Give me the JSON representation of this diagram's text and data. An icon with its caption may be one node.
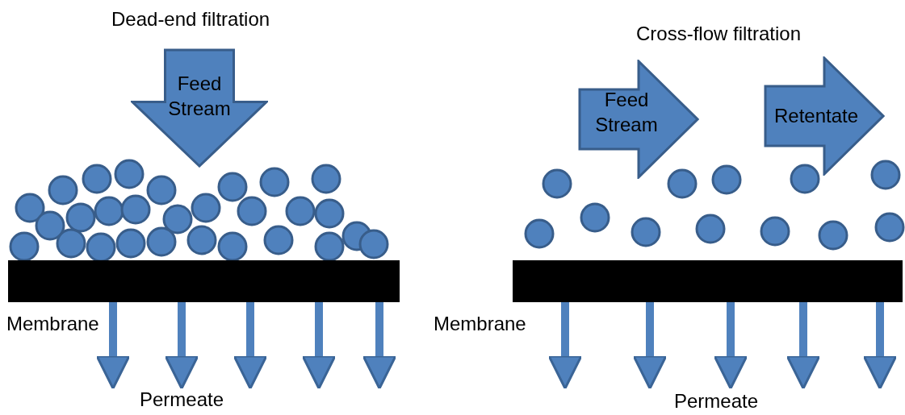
{
  "diagram": {
    "nodes": [
      {
        "text": [
          "Feed Stream"
        ]
      },
      {
        "text": [],
        "shape": "bar",
        "beside": [
          "Membrane"
        ]
      },
      {
        "text": [
          "Feed Stream"
        ]
      },
      {
        "text": [
          "Retentate"
        ]
      },
      {
        "text": [],
        "shape": "bar",
        "beside": [
          "Membrane"
        ]
      }
    ],
    "edges": [
      {
        "from": 1,
        "to": null,
        "arrow": "to"
      },
      {
        "from": 1,
        "to": null,
        "arrow": "to"
      },
      {
        "from": 1,
        "to": null,
        "arrow": "to"
      },
      {
        "from": 1,
        "to": null,
        "arrow": "to"
      },
      {
        "from": 1,
        "to": null,
        "arrow": "to"
      },
      {
        "from": 4,
        "to": null,
        "arrow": "to"
      },
      {
        "from": 4,
        "to": null,
        "arrow": "to"
      },
      {
        "from": 4,
        "to": null,
        "arrow": "to"
      },
      {
        "from": 4,
        "to": null,
        "arrow": "to"
      },
      {
        "from": 4,
        "to": null,
        "arrow": "to"
      }
    ],
    "labels": [
      "Dead-end filtration",
      "Cross-flow filtration",
      "Permeate",
      "Permeate"
    ]
  }
}
